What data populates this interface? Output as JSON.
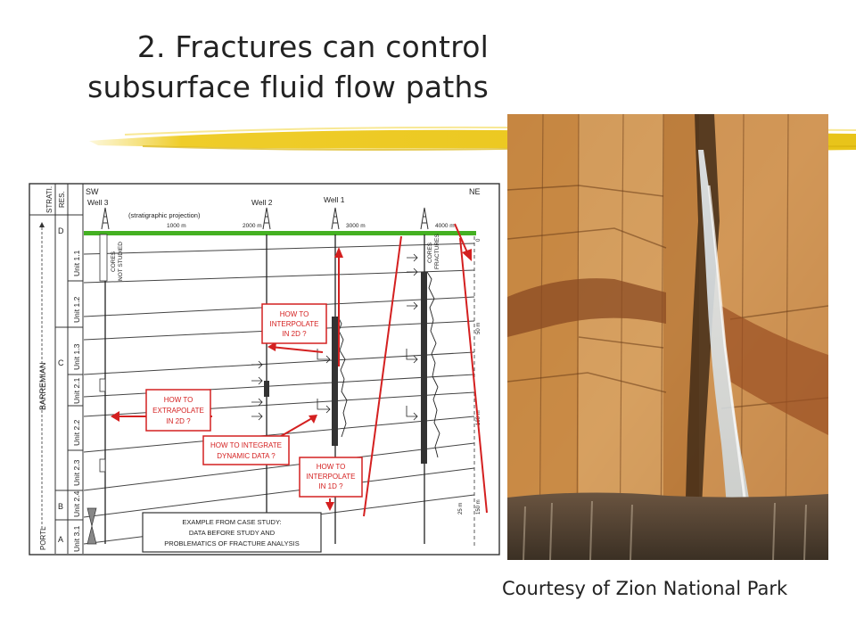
{
  "slide": {
    "title_line1": "2. Fractures can control",
    "title_line2": "subsurface fluid flow paths",
    "caption": "Courtesy of Zion National Park"
  },
  "colors": {
    "accent_stroke": "#e8c41a",
    "annotation_red": "#d42020",
    "horizon_green": "#44b022"
  },
  "figure": {
    "left_header": {
      "strati": "STRATI.",
      "res": "RES."
    },
    "stages": [
      "BARREMIAN",
      "PORTL"
    ],
    "units_letters": [
      "D",
      "C",
      "B",
      "A"
    ],
    "units": [
      "Unit 1.1",
      "Unit 1.2",
      "Unit 1.3",
      "Unit 2.1",
      "Unit 2.2",
      "Unit 2.3",
      "Unit 2.4",
      "Unit 3.1"
    ],
    "direction_left": "SW",
    "direction_right": "NE",
    "wells": [
      "Well 3",
      "Well 2",
      "Well 1"
    ],
    "projection_label": "(stratigraphic projection)",
    "distances": [
      "1000 m",
      "2000 m",
      "3000 m",
      "4000 m"
    ],
    "core_note_left": [
      "CORES",
      "NOT STUDIED"
    ],
    "core_note_right": [
      "CORES",
      "FRACTURES"
    ],
    "depth_labels": [
      "0",
      "50 m",
      "100 m",
      "25 m",
      "150 m"
    ],
    "boxes": {
      "interpolate_2d": [
        "HOW TO",
        "INTERPOLATE",
        "IN 2D ?"
      ],
      "extrapolate_2d": [
        "HOW TO",
        "EXTRAPOLATE",
        "IN 2D ?"
      ],
      "integrate": [
        "HOW TO INTEGRATE",
        "DYNAMIC DATA ?"
      ],
      "interpolate_1d": [
        "HOW TO",
        "INTERPOLATE",
        "IN 1D ?"
      ],
      "example": [
        "EXAMPLE FROM CASE STUDY:",
        "DATA BEFORE STUDY AND",
        "PROBLEMATICS  OF FRACTURE ANALYSIS"
      ]
    }
  },
  "photo": {
    "subject": "waterfall-over-sandstone-cliff"
  }
}
